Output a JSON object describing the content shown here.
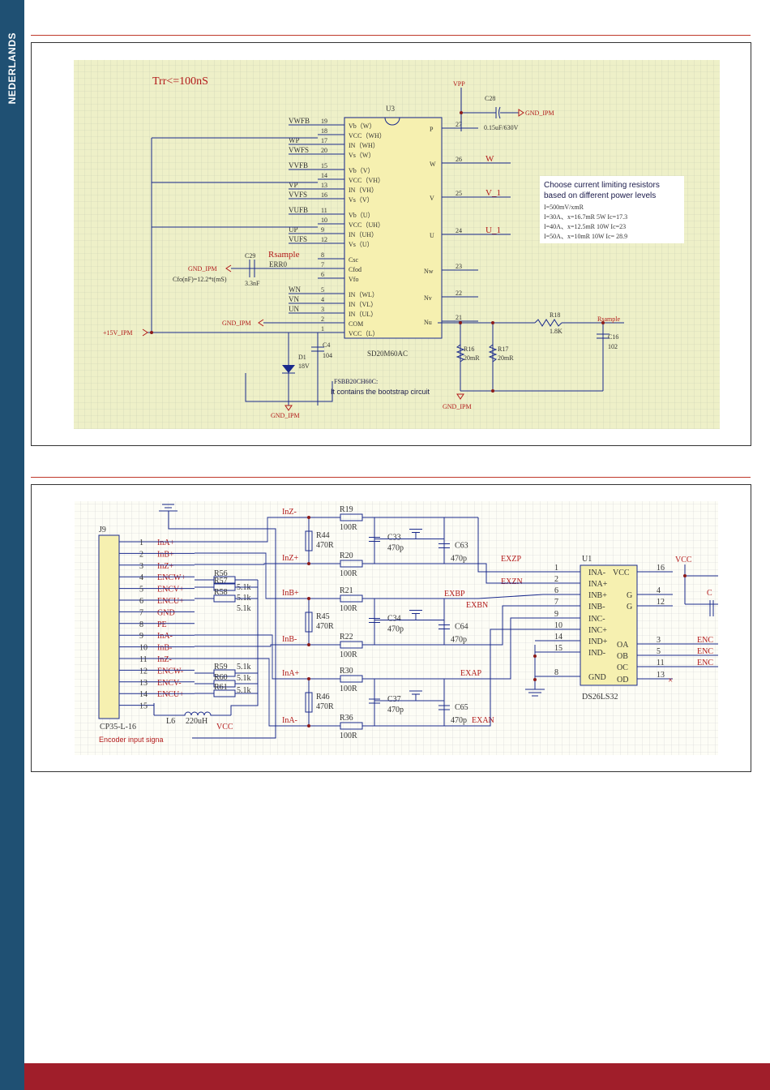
{
  "sidebar": {
    "label": "NEDERLANDS"
  },
  "fig1": {
    "title": "Trr<=100nS",
    "chip_ref": "U3",
    "chip_name": "SD20M60AC",
    "vpp": "VPP",
    "c28": "C28",
    "c28_val": "0.15uF/630V",
    "gnd_ipm": "GND_IPM",
    "left_pins": [
      {
        "num": "19",
        "name": "Vb（W）",
        "net": "VWFB"
      },
      {
        "num": "18",
        "name": "VCC（WH）",
        "net": ""
      },
      {
        "num": "17",
        "name": "IN（WH）",
        "net": "WP"
      },
      {
        "num": "20",
        "name": "Vs（W）",
        "net": "VWFS"
      },
      {
        "num": "15",
        "name": "Vb（V）",
        "net": "VVFB"
      },
      {
        "num": "14",
        "name": "VCC（VH）",
        "net": ""
      },
      {
        "num": "13",
        "name": "IN（VH）",
        "net": "VP"
      },
      {
        "num": "16",
        "name": "Vs（V）",
        "net": "VVFS"
      },
      {
        "num": "11",
        "name": "Vb（U）",
        "net": "VUFB"
      },
      {
        "num": "10",
        "name": "VCC（UH）",
        "net": ""
      },
      {
        "num": "9",
        "name": "IN（UH）",
        "net": "UP"
      },
      {
        "num": "12",
        "name": "Vs（U）",
        "net": "VUFS"
      },
      {
        "num": "8",
        "name": "Csc",
        "net": "Rsample"
      },
      {
        "num": "7",
        "name": "Cfod",
        "net": "ERR0"
      },
      {
        "num": "6",
        "name": "Vfo",
        "net": ""
      },
      {
        "num": "5",
        "name": "IN（WL）",
        "net": "WN"
      },
      {
        "num": "4",
        "name": "IN（VL）",
        "net": "VN"
      },
      {
        "num": "3",
        "name": "IN（UL）",
        "net": "UN"
      },
      {
        "num": "2",
        "name": "COM",
        "net": ""
      },
      {
        "num": "1",
        "name": "VCC（L）",
        "net": ""
      }
    ],
    "right_pins": [
      {
        "num": "27",
        "name": "P",
        "net": ""
      },
      {
        "num": "26",
        "name": "W",
        "net": "W"
      },
      {
        "num": "25",
        "name": "V",
        "net": "V_1"
      },
      {
        "num": "24",
        "name": "U",
        "net": "U_1"
      },
      {
        "num": "23",
        "name": "Nw",
        "net": ""
      },
      {
        "num": "22",
        "name": "Nv",
        "net": ""
      },
      {
        "num": "21",
        "name": "Nu",
        "net": ""
      }
    ],
    "note_title": "Choose current limiting resistors based on different power levels",
    "note_lines": [
      "I=500mV/xmR",
      "I=30A、x=16.7mR    5W    Ic=17.3",
      "I=40A、x=12.5mR    10W   Ic=23",
      "I=50A、x=10mR      10W   Ic= 28.9"
    ],
    "c29": "C29",
    "c29_val": "3.3nF",
    "cfo_formula": "Cfo(nF)=12.2*t(mS)",
    "v15": "+15V_IPM",
    "d1": "D1",
    "d1_val": "18V",
    "c4": "C4",
    "c4_val": "104",
    "r18": "R18",
    "r18_val": "1.8K",
    "rsample": "Rsample",
    "c16": "C16",
    "c16_val": "102",
    "r16": "R16",
    "r16_val": "20mR",
    "r17": "R17",
    "r17_val": "20mR",
    "fsbb": "FSBB20CH60C:",
    "bootstrap_note": "It contains the bootstrap circuit"
  },
  "fig2": {
    "j9": "J9",
    "conn_name": "CP35-L-16",
    "pins": [
      {
        "num": "1",
        "name": "InA+"
      },
      {
        "num": "2",
        "name": "InB+"
      },
      {
        "num": "3",
        "name": "InZ+"
      },
      {
        "num": "4",
        "name": "ENCW+"
      },
      {
        "num": "5",
        "name": "ENCV+"
      },
      {
        "num": "6",
        "name": "ENCU+"
      },
      {
        "num": "7",
        "name": "GND"
      },
      {
        "num": "8",
        "name": "PE"
      },
      {
        "num": "9",
        "name": "InA-"
      },
      {
        "num": "10",
        "name": "InB-"
      },
      {
        "num": "11",
        "name": "InZ-"
      },
      {
        "num": "12",
        "name": "ENCW-"
      },
      {
        "num": "13",
        "name": "ENCV-"
      },
      {
        "num": "14",
        "name": "ENCU+"
      },
      {
        "num": "15",
        "name": ""
      }
    ],
    "encoder_label": "Encoder input signa",
    "l6": "L6",
    "l6_val": "220uH",
    "vcc": "VCC",
    "r56": "R56",
    "r57": "R57",
    "r58": "R58",
    "r59": "R59",
    "r60": "R60",
    "r61": "R61",
    "res_val": "5.1k",
    "inputs": [
      "InZ-",
      "InZ+",
      "InB+",
      "InB-",
      "InA+",
      "InA-"
    ],
    "r_top": [
      "R19",
      "R20",
      "R21",
      "R22",
      "R30",
      "R36"
    ],
    "r_top_val": "100R",
    "r_shunt": [
      "R44",
      "R45",
      "R46"
    ],
    "r_shunt_val": "470R",
    "caps_a": [
      "C33",
      "C34",
      "C37"
    ],
    "caps_b": [
      "C63",
      "C64",
      "C65"
    ],
    "cap_val": "470p",
    "nets": [
      "EXZP",
      "EXZN",
      "EXBP",
      "EXBN",
      "EXAP",
      "EXAN"
    ],
    "u1": "U1",
    "u1_name": "DS26LS32",
    "u1_left": [
      {
        "num": "1",
        "name": "INA-"
      },
      {
        "num": "2",
        "name": "INA+"
      },
      {
        "num": "6",
        "name": "INB+"
      },
      {
        "num": "7",
        "name": "INB-"
      },
      {
        "num": "9",
        "name": "INC-"
      },
      {
        "num": "10",
        "name": "INC+"
      },
      {
        "num": "14",
        "name": "IND+"
      },
      {
        "num": "15",
        "name": "IND-"
      },
      {
        "num": "8",
        "name": "GND"
      }
    ],
    "u1_right": [
      {
        "num": "16",
        "name": "VCC"
      },
      {
        "num": "4",
        "name": "G"
      },
      {
        "num": "12",
        "name": "G"
      },
      {
        "num": "3",
        "name": "OA"
      },
      {
        "num": "5",
        "name": "OB"
      },
      {
        "num": "11",
        "name": "OC"
      },
      {
        "num": "13",
        "name": "OD"
      }
    ],
    "enc_out": [
      "ENC",
      "ENC",
      "ENC"
    ],
    "vcc2": "VCC",
    "c_right": "C"
  },
  "colors": {
    "sidebar": "#1f5073",
    "footer": "#a01e2a",
    "wire": "#1a2a8c",
    "label": "#b21a1a",
    "grid": "#c9cdb3",
    "sheet1": "#eef0c8",
    "sheet2": "#fdfdf6"
  }
}
